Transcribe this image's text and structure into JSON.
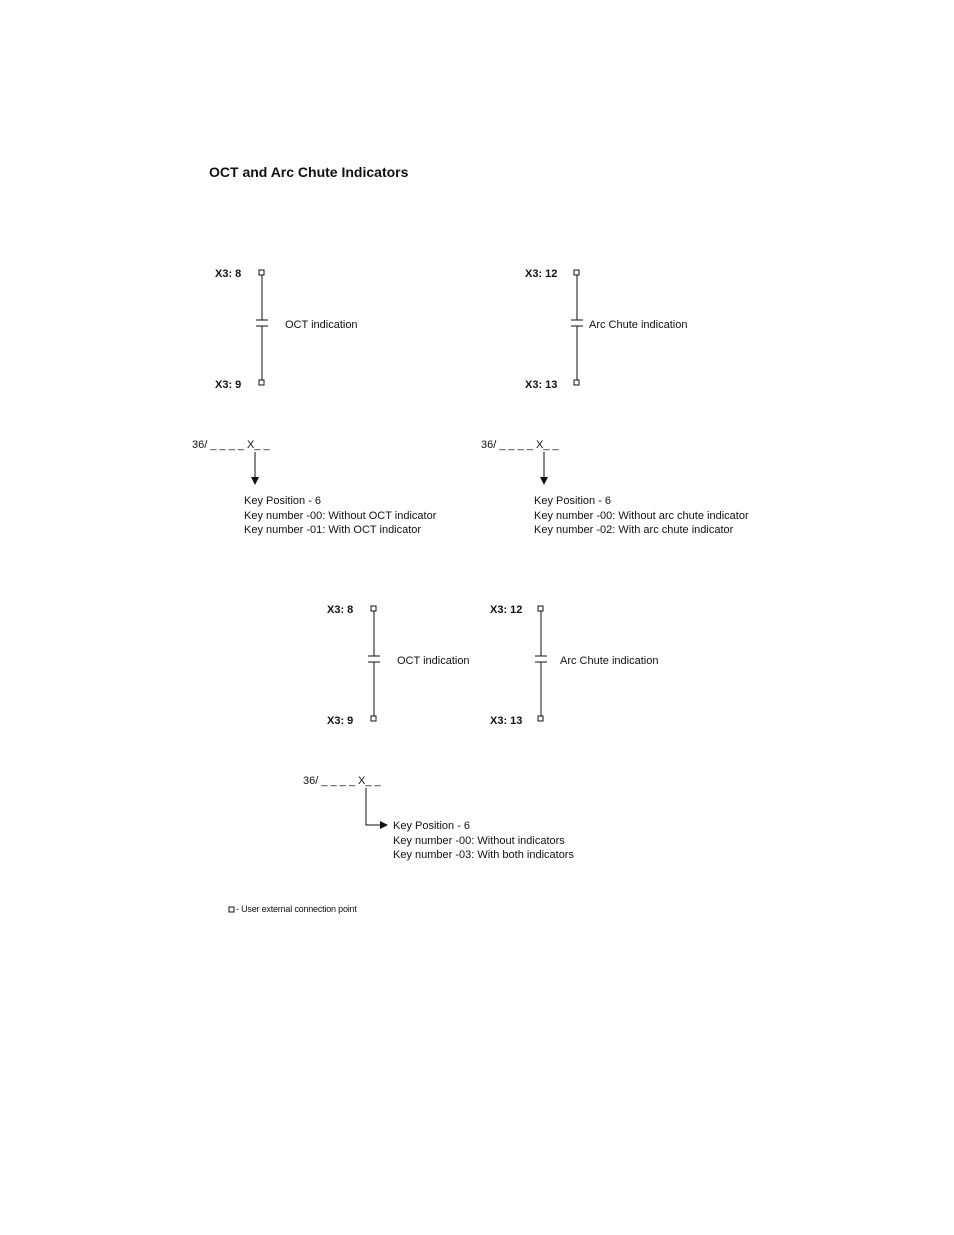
{
  "title": "OCT and Arc Chute Indicators",
  "circuits": {
    "top_left": {
      "top_terminal": "X3: 8",
      "bottom_terminal": "X3: 9",
      "label": "OCT indication"
    },
    "top_right": {
      "top_terminal": "X3: 12",
      "bottom_terminal": "X3: 13",
      "label": "Arc Chute indication"
    },
    "bottom_left": {
      "top_terminal": "X3: 8",
      "bottom_terminal": "X3: 9",
      "label": "OCT indication"
    },
    "bottom_right": {
      "top_terminal": "X3: 12",
      "bottom_terminal": "X3: 13",
      "label": "Arc Chute indication"
    }
  },
  "keys": {
    "oct": {
      "code": "36/ _ _ _ _ X_ _",
      "lines": [
        "Key Position - 6",
        "Key number -00: Without OCT indicator",
        "Key number -01: With OCT indicator"
      ]
    },
    "arc": {
      "code": "36/ _ _ _ _ X_ _",
      "lines": [
        "Key Position - 6",
        "Key number -00: Without arc chute indicator",
        "Key number -02: With arc chute indicator"
      ]
    },
    "both": {
      "code": "36/ _ _ _ _ X_ _",
      "lines": [
        "Key Position - 6",
        "Key number -00: Without indicators",
        "Key number -03: With both indicators"
      ]
    }
  },
  "legend": {
    "text": " - User external connection point"
  }
}
